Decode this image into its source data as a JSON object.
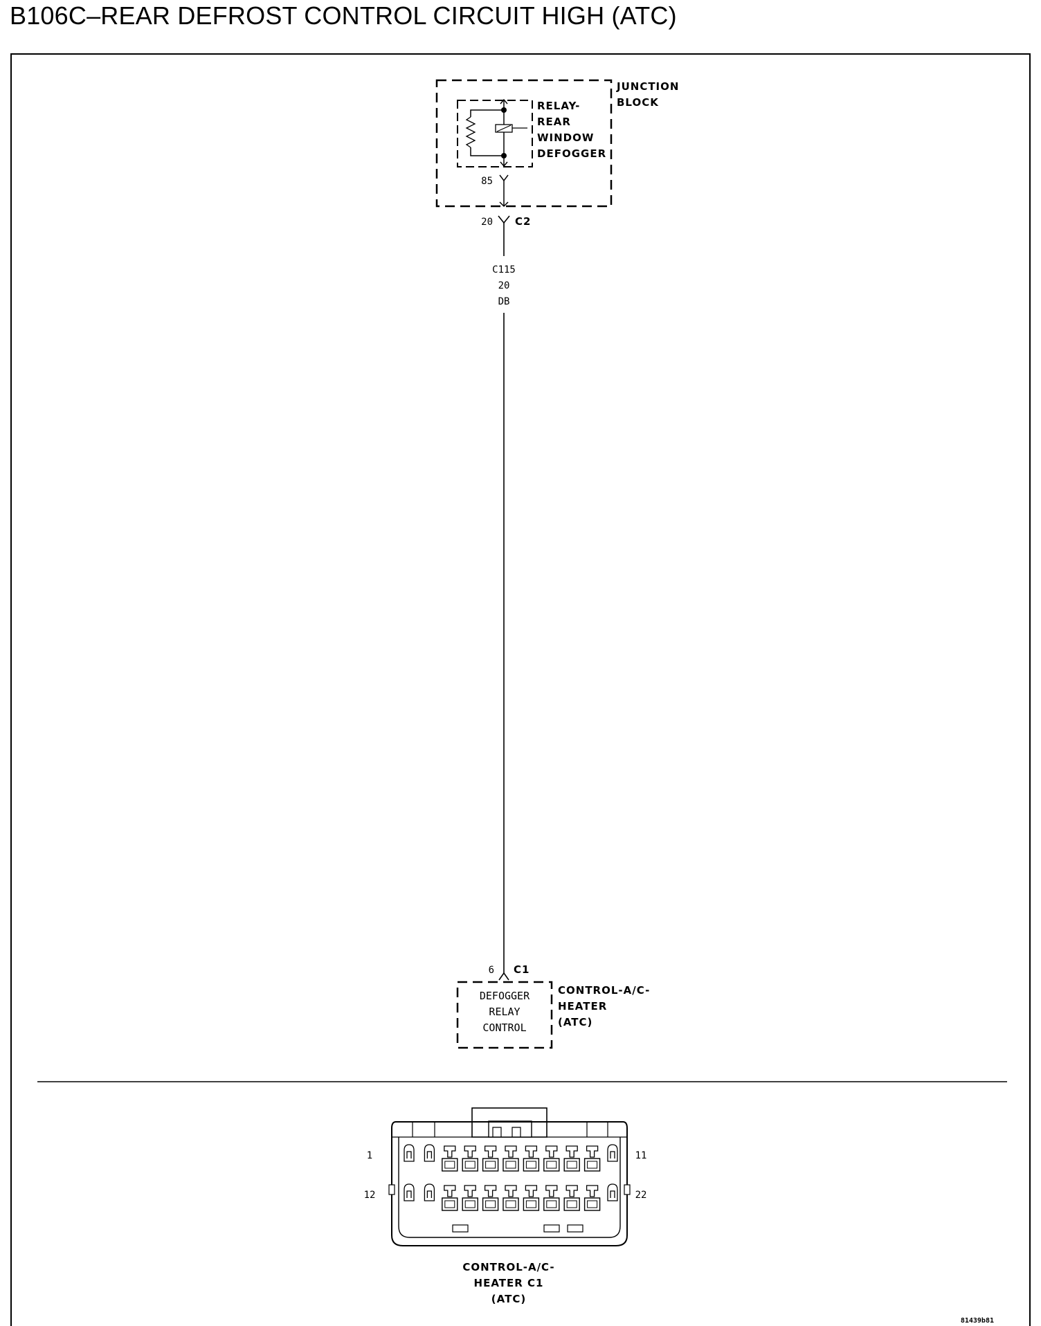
{
  "title": "B106C–REAR DEFROST CONTROL CIRCUIT HIGH (ATC)",
  "junction_block": {
    "label_lines": [
      "JUNCTION",
      "BLOCK"
    ],
    "relay_label_lines": [
      "RELAY-",
      "REAR",
      "WINDOW",
      "DEFOGGER"
    ],
    "relay_pin": "85",
    "connector_pin": "20",
    "connector_id": "C2"
  },
  "wire": {
    "circuit": "C115",
    "gauge": "20",
    "color": "DB"
  },
  "control_module": {
    "pin": "6",
    "connector_id": "C1",
    "function_lines": [
      "DEFOGGER",
      "RELAY",
      "CONTROL"
    ],
    "label_lines": [
      "CONTROL-A/C-",
      "HEATER",
      "(ATC)"
    ]
  },
  "connector_view": {
    "pin_labels": {
      "top_left": "1",
      "top_right": "11",
      "bottom_left": "12",
      "bottom_right": "22"
    },
    "caption_lines": [
      "CONTROL-A/C-",
      "HEATER C1",
      "(ATC)"
    ]
  },
  "figure_id": "81439b81",
  "colors": {
    "line": "#000000",
    "background": "#ffffff"
  }
}
